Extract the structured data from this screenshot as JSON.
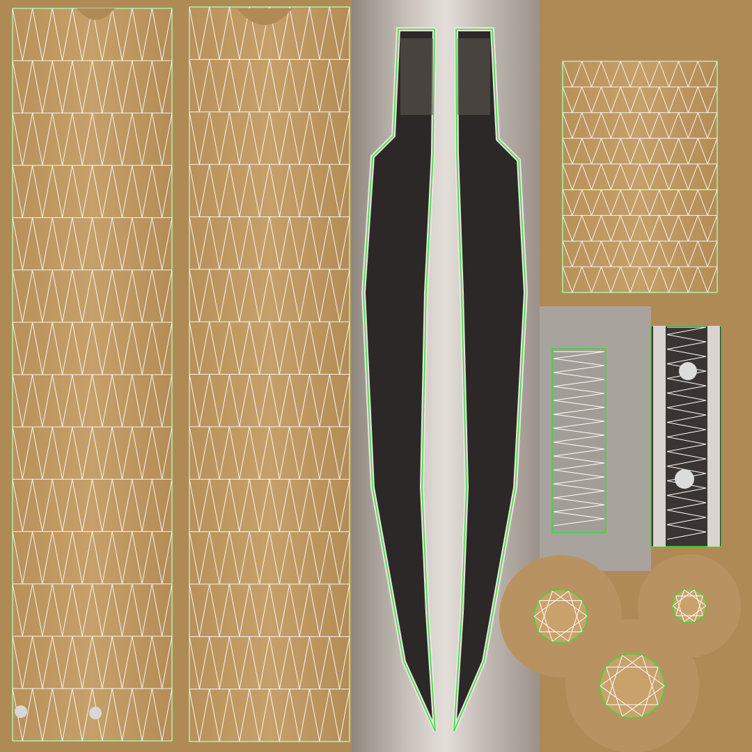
{
  "texture_atlas": {
    "colors": {
      "wood_background": "#b08a55",
      "wood_light": "#c29a62",
      "wood_dark": "#96703f",
      "metal_background": "#b9b3ad",
      "blade_dark": "#2b2827",
      "wire": "#ffffff",
      "uv_border": "#33dd33"
    },
    "islands": [
      {
        "name": "handle-strip-left",
        "kind": "wood",
        "rows": 14,
        "cols": 8
      },
      {
        "name": "handle-strip-right",
        "kind": "wood",
        "rows": 14,
        "cols": 8
      },
      {
        "name": "blade-left",
        "kind": "blade"
      },
      {
        "name": "blade-right",
        "kind": "blade"
      },
      {
        "name": "wood-panel",
        "kind": "wood",
        "rows": 9,
        "cols": 8
      },
      {
        "name": "metal-strip",
        "kind": "metal"
      },
      {
        "name": "tang-strip",
        "kind": "blade"
      },
      {
        "name": "rivet-caps",
        "kind": "wood",
        "count": 3
      }
    ]
  }
}
